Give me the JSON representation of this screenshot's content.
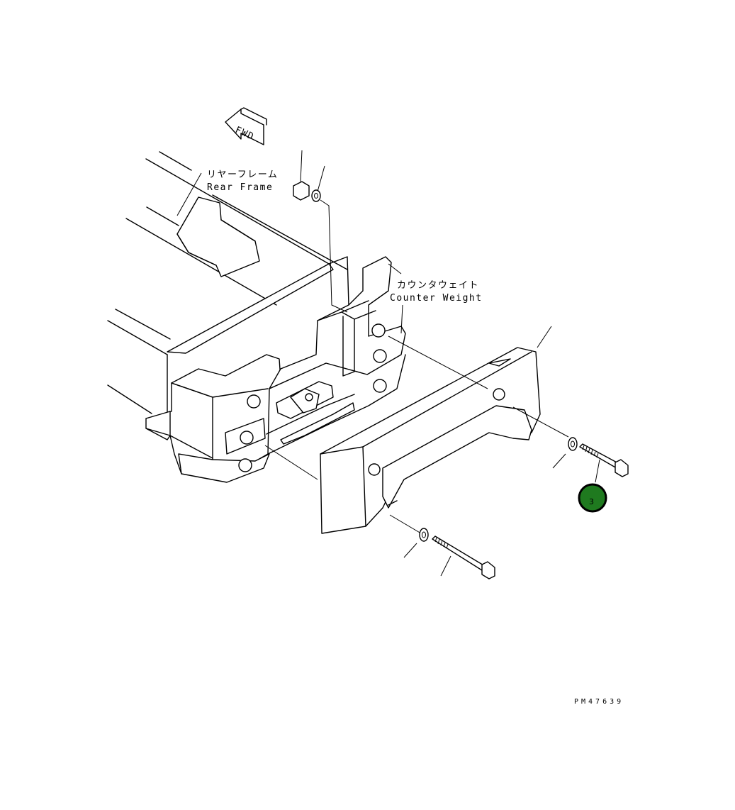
{
  "labels": {
    "fwd": "FWD",
    "rear_frame_jp": "リヤーフレーム",
    "rear_frame_en": "Rear Frame",
    "counter_weight_jp": "カウンタウェイト",
    "counter_weight_en": "Counter Weight",
    "drawing_code": "PM47639"
  },
  "callout": {
    "number": "3",
    "fill_color": "#1f7a1f",
    "ring_color": "#000000"
  },
  "icons": {
    "fwd_arrow": "fwd-arrow-icon"
  }
}
